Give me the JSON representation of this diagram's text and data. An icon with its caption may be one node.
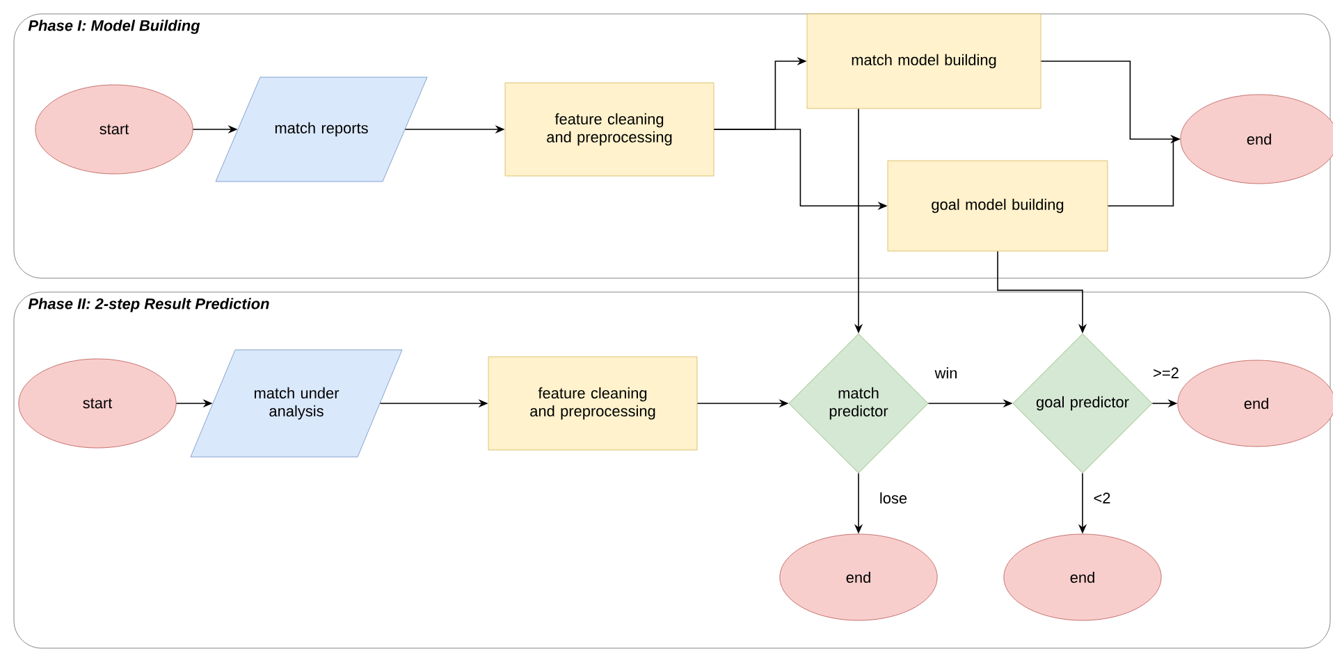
{
  "diagram": {
    "nodes": [
      {
        "text": [
          "Phase I: Model Building"
        ]
      },
      {
        "text": [
          "start"
        ],
        "in": 0
      },
      {
        "text": [
          "match reports"
        ],
        "in": 0
      },
      {
        "text": [
          "feature cleaning and preprocessing"
        ],
        "in": 0
      },
      {
        "text": [
          "match model building"
        ],
        "in": 0
      },
      {
        "text": [
          "goal model building"
        ],
        "in": 0
      },
      {
        "text": [
          "end"
        ],
        "in": 0
      },
      {
        "text": [
          "Phase II: 2-step Result Prediction"
        ]
      },
      {
        "text": [
          "start"
        ],
        "in": 7
      },
      {
        "text": [
          "match under analysis"
        ],
        "in": 7
      },
      {
        "text": [
          "feature cleaning and preprocessing"
        ],
        "in": 7
      },
      {
        "text": [
          "match predictor"
        ],
        "in": 7
      },
      {
        "text": [
          "goal predictor"
        ],
        "in": 7
      },
      {
        "text": [
          "end"
        ],
        "in": 7
      },
      {
        "text": [
          "end"
        ],
        "in": 7
      },
      {
        "text": [
          "end"
        ],
        "in": 7
      }
    ],
    "edges": [
      {
        "from": 1,
        "to": 2,
        "arrow": "to"
      },
      {
        "from": 2,
        "to": 3,
        "arrow": "to"
      },
      {
        "from": 3,
        "to": 4,
        "arrow": "to"
      },
      {
        "from": 3,
        "to": 5,
        "arrow": "to"
      },
      {
        "from": 4,
        "to": 6,
        "arrow": "to"
      },
      {
        "from": 5,
        "to": 6,
        "arrow": "to"
      },
      {
        "from": 4,
        "to": 11,
        "arrow": "to"
      },
      {
        "from": 5,
        "to": 12,
        "arrow": "to"
      },
      {
        "from": 8,
        "to": 9,
        "arrow": "to"
      },
      {
        "from": 9,
        "to": 10,
        "arrow": "to"
      },
      {
        "from": 10,
        "to": 11,
        "arrow": "to"
      },
      {
        "from": 11,
        "to": 12,
        "arrow": "to",
        "label": "win"
      },
      {
        "from": 12,
        "to": 13,
        "arrow": "to",
        "label": ">=2"
      },
      {
        "from": 11,
        "to": 14,
        "arrow": "to",
        "label": "lose"
      },
      {
        "from": 12,
        "to": 15,
        "arrow": "to",
        "label": "<2"
      }
    ]
  }
}
